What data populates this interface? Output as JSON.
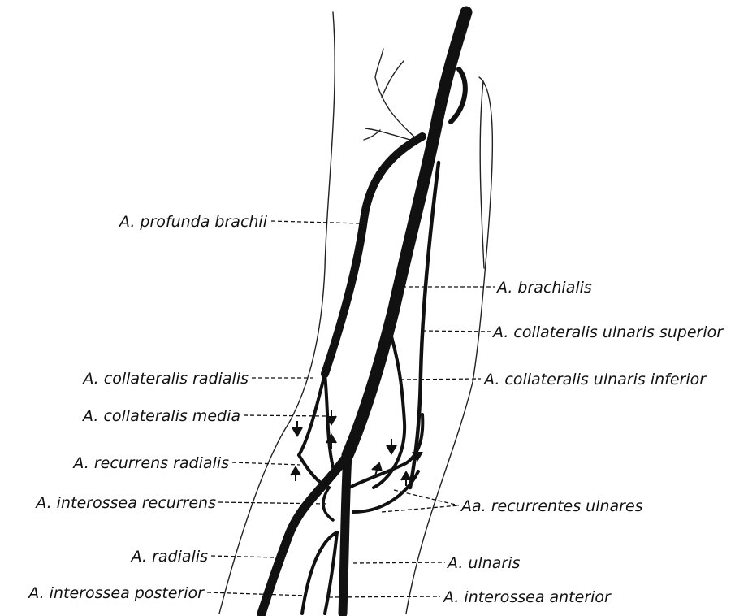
{
  "labels": {
    "profunda_brachii": "A. profunda brachii",
    "brachialis": "A. brachialis",
    "collateralis_ulnaris_superior": "A. collateralis ulnaris superior",
    "collateralis_radialis": "A. collateralis radialis",
    "collateralis_ulnaris_inferior": "A. collateralis ulnaris inferior",
    "collateralis_media": "A. collateralis media",
    "recurrens_radialis": "A. recurrens radialis",
    "interossea_recurrens": "A. interossea recurrens",
    "recurrentes_ulnares": "Aa. recurrentes ulnares",
    "radialis": "A. radialis",
    "ulnaris": "A. ulnaris",
    "interossea_posterior": "A. interossea posterior",
    "interossea_anterior": "A. interossea anterior"
  }
}
